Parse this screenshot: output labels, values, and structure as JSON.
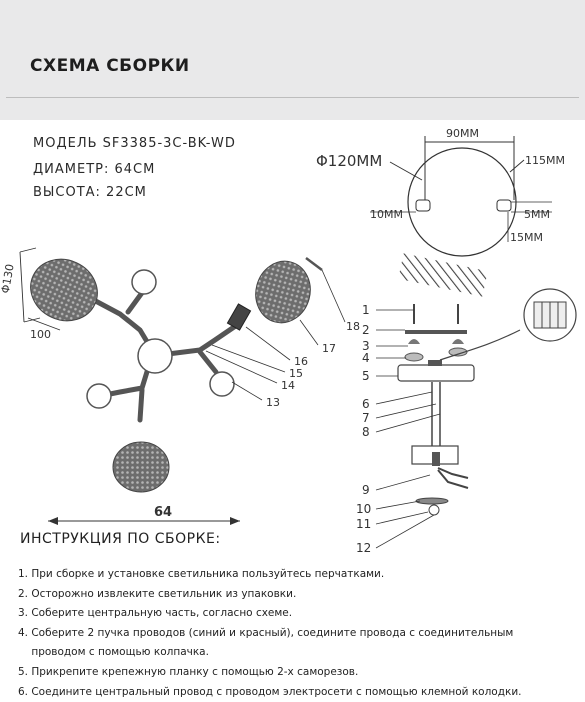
{
  "header": {
    "title": "СХЕМА СБОРКИ"
  },
  "specs": {
    "model": "МОДЕЛЬ SF3385-3C-BK-WD",
    "diameter": "ДИАМЕТР: 64СМ",
    "height": "ВЫСОТА: 22СМ"
  },
  "canopy": {
    "width_label": "90MM",
    "diameter_label": "Φ120MM",
    "depth_label": "115MM",
    "left_label": "10MM",
    "right_label": "5MM",
    "bottom_label": "15MM"
  },
  "fixture": {
    "shade_dim": "Φ130",
    "shade_width": "100",
    "overall_width": "64",
    "callouts": [
      "13",
      "14",
      "15",
      "16",
      "17",
      "18"
    ]
  },
  "assembly": {
    "callouts": [
      "1",
      "2",
      "3",
      "4",
      "5",
      "6",
      "7",
      "8",
      "9",
      "10",
      "11",
      "12"
    ]
  },
  "instructions": {
    "heading": "ИНСТРУКЦИЯ ПО СБОРКЕ:",
    "steps": [
      "1. При сборке и установке светильника пользуйтесь перчатками.",
      "2. Осторожно извлеките светильник из упаковки.",
      "3. Соберите центральную часть, согласно схеме.",
      "4. Соберите 2 пучка проводов (синий и красный), соедините провода с соединительным",
      "    проводом с помощью колпачка.",
      "5. Прикрепите крепежную планку с помощью 2-х саморезов.",
      "6. Соедините центральный провод с проводом электросети с помощью клемной колодки."
    ]
  }
}
